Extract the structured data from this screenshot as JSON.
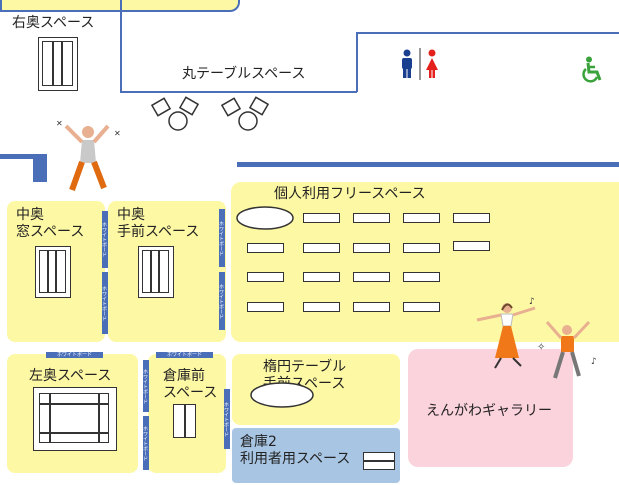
{
  "zones": {
    "right_back": {
      "label": "右奥スペース"
    },
    "round_table": {
      "label": "丸テーブルスペース"
    },
    "individual_free": {
      "label": "個人利用フリースペース"
    },
    "middle_window": {
      "label_line1": "中奥",
      "label_line2": "窓スペース"
    },
    "middle_front": {
      "label_line1": "中奥",
      "label_line2": "手前スペース"
    },
    "left_back": {
      "label": "左奥スペース"
    },
    "storage_front": {
      "label_line1": "倉庫前",
      "label_line2": "スペース"
    },
    "ellipse_table": {
      "label_line1": "楕円テーブル",
      "label_line2": "手前スペース"
    },
    "storage2": {
      "label_line1": "倉庫2",
      "label_line2": "利用者用スペース"
    },
    "engawa": {
      "label": "えんがわギャラリー"
    }
  },
  "whiteboard_label": "ホワイトボード",
  "colors": {
    "zone_yellow": "#fdf8a4",
    "zone_pink": "#fbd3dd",
    "zone_blue": "#a8c6e4",
    "wall_blue": "#4a6fb8",
    "restroom_male": "#1a3f8f",
    "restroom_female": "#e3201b",
    "accessible": "#3aa23a"
  },
  "icons": [
    "restroom-male-icon",
    "restroom-female-icon",
    "wheelchair-icon",
    "jumping-person-icon",
    "dancing-woman-icon",
    "cheering-child-icon"
  ]
}
